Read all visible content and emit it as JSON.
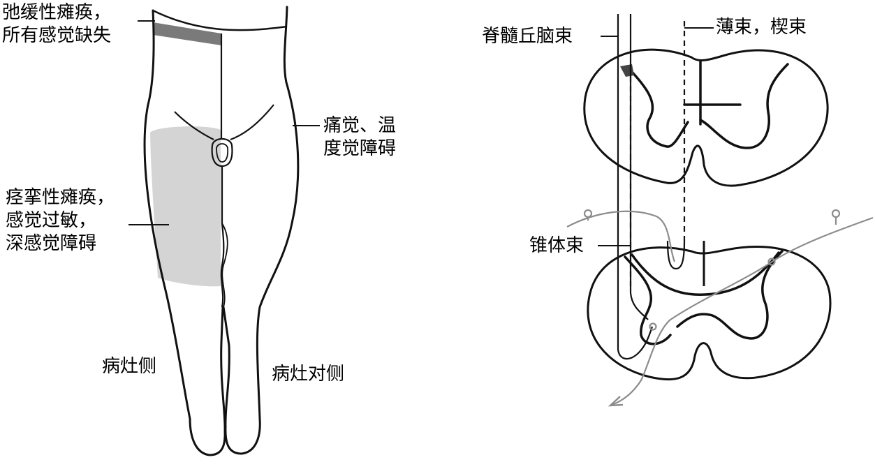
{
  "legs": {
    "flaccid": [
      "弛缓性瘫痪，",
      "所有感觉缺失"
    ],
    "contralateral_pain": [
      "痛觉、温",
      "度觉障碍"
    ],
    "spastic": [
      "痉挛性瘫痪，",
      "感觉过敏，",
      "深感觉障碍"
    ],
    "lesion_side": "病灶侧",
    "opposite_side": "病灶对侧"
  },
  "cord": {
    "spinothalamic": "脊髓丘脑束",
    "gracile_cuneate": "薄束，楔束",
    "pyramidal": "锥体束"
  },
  "colors": {
    "ink": "#111111",
    "band": "#7a7a7a",
    "shade": "#d4d4d4",
    "fiber": "#8c8c8c"
  }
}
